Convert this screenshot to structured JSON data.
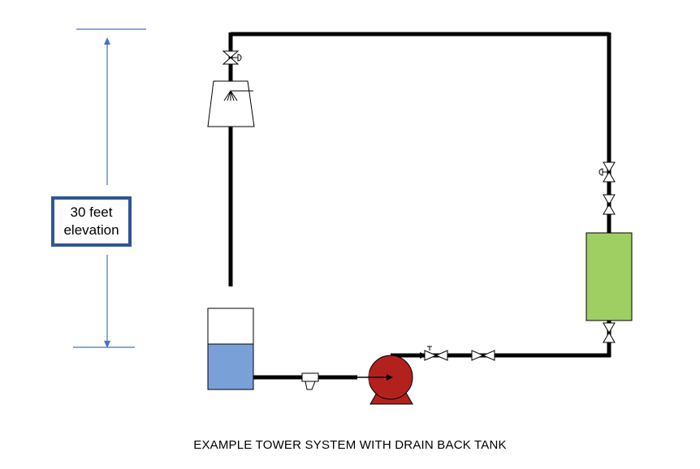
{
  "elevation_label": {
    "line1": "30 feet",
    "line2": "elevation"
  },
  "caption": "EXAMPLE TOWER SYSTEM WITH DRAIN BACK TANK",
  "colors": {
    "pipe": "#000000",
    "elevation_line": "#4472c4",
    "elevation_box_border": "#2f5597",
    "tank_water": "#7aa0d8",
    "pump": "#b3211d",
    "heat_exchanger": "#9fce63"
  },
  "components": [
    "cooling-tower",
    "drain-back-tank",
    "pump",
    "heat-exchanger",
    "strainer",
    "check-valve",
    "gate-valve",
    "control-valve",
    "balancing-valve"
  ]
}
